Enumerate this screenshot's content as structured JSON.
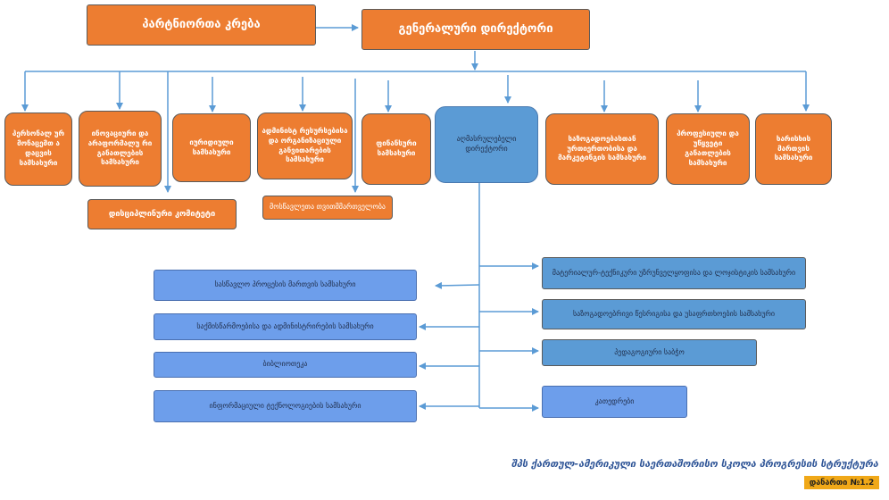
{
  "partners_meeting": "პარტნიორთა კრება",
  "general_director": "გენერალური დირექტორი",
  "top_row": {
    "personnel": "პერსონალ ურ მონაცემთ ა დაცვის სამსახური",
    "innovation": "ინოვაციური და არაფორმალუ რი განათლების სამსახური",
    "legal": "იურიდიული სამსახური",
    "admin": "ადმინისტ რესურსებისა და ორგანიზაციული განვითარების სამსახური",
    "finance": "ფინანსური სამსახური",
    "executive": "აღმასრულებელი დირექტორი",
    "public_relations": "საზოგადოებასთან ურთიერთობისა და მარკეტინგის სამსახური",
    "professional": "პროფესიული და უწყვეტი განათლების სამსახური",
    "quality": "ხარისხის მართვის სამსახური"
  },
  "disciplinary": "დისციპლინური კომიტეტი",
  "student_self": "მოსწავლეთა თვითმმართველობა",
  "left_list": [
    "სასწავლო პროცესის მართვის სამსახური",
    "საქმისწარმოებისა და ადმინისტრირების სამსახური",
    "ბიბლიოთეკა",
    "ინფორმაციული ტექნოლოგიების სამსახური"
  ],
  "right_list": [
    "მატერიალურ-ტექნიკური უზრუნველყოფისა და ლოჯისტიკის სამსახური",
    "საზოგადოებრივი წესრიგისა და უსაფრთხოების სამსახური",
    "პედაგოგიური საბჭო",
    "კათედრები"
  ],
  "title": "შპს ქართულ-ამერიკული საერთაშორისო სკოლა პროგრესის სტრუქტურა",
  "appendix": "დანართი №1.2",
  "colors": {
    "orange": "#ed7d31",
    "blue": "#5b9bd5",
    "light_blue": "#6d9eeb",
    "line": "#5b9bd5",
    "title": "#2f5597",
    "appendix": "#f0a818"
  }
}
